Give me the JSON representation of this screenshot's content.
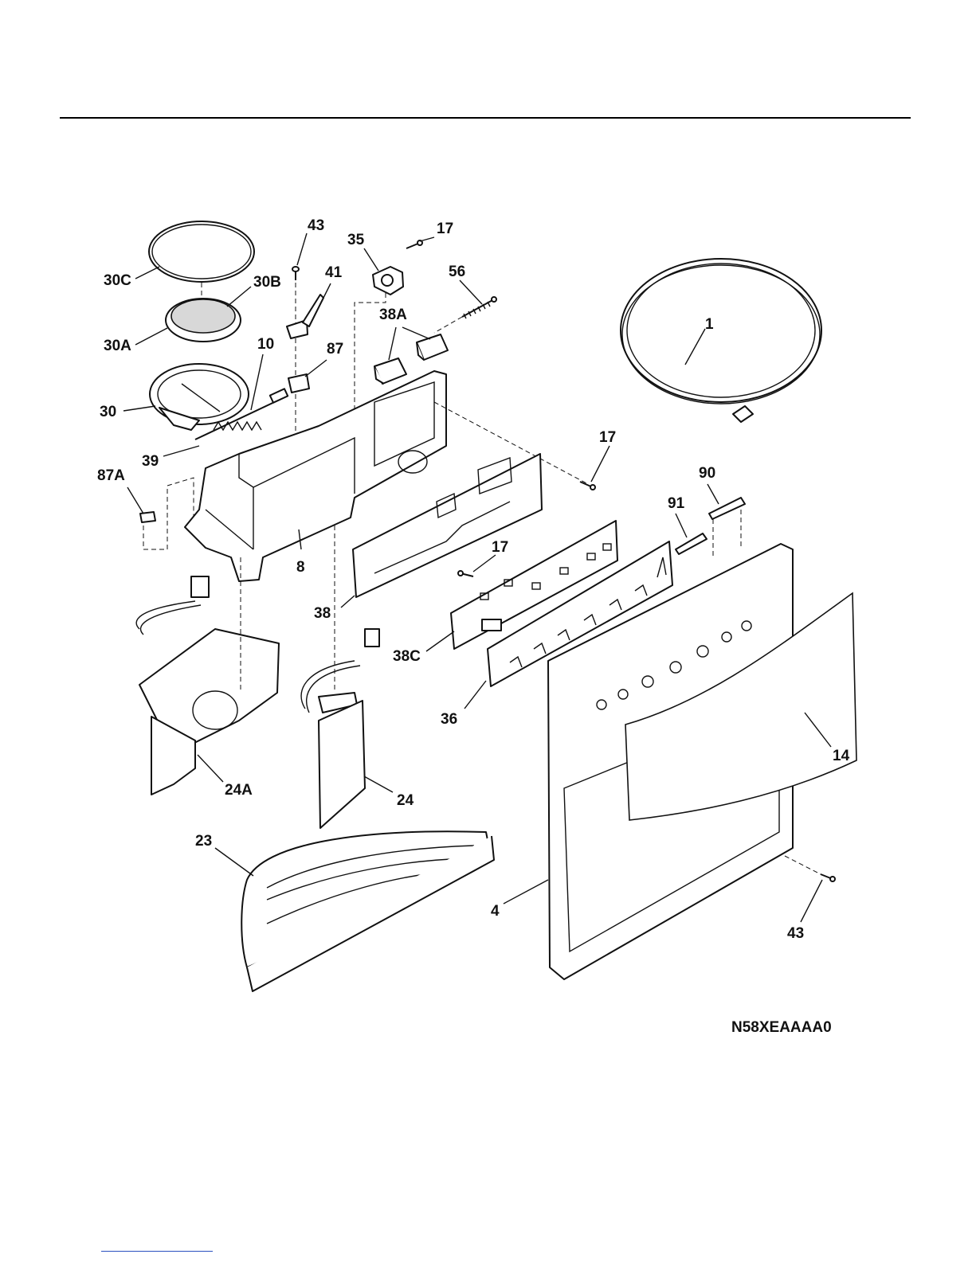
{
  "diagram_code": "N58XEAAAA0",
  "callouts": [
    {
      "id": "c-1",
      "label": "1"
    },
    {
      "id": "c-4",
      "label": "4"
    },
    {
      "id": "c-8",
      "label": "8"
    },
    {
      "id": "c-10",
      "label": "10"
    },
    {
      "id": "c-14",
      "label": "14"
    },
    {
      "id": "c-17a",
      "label": "17"
    },
    {
      "id": "c-17b",
      "label": "17"
    },
    {
      "id": "c-17c",
      "label": "17"
    },
    {
      "id": "c-23",
      "label": "23"
    },
    {
      "id": "c-24",
      "label": "24"
    },
    {
      "id": "c-24A",
      "label": "24A"
    },
    {
      "id": "c-30",
      "label": "30"
    },
    {
      "id": "c-30A",
      "label": "30A"
    },
    {
      "id": "c-30B",
      "label": "30B"
    },
    {
      "id": "c-30C",
      "label": "30C"
    },
    {
      "id": "c-35",
      "label": "35"
    },
    {
      "id": "c-36",
      "label": "36"
    },
    {
      "id": "c-38",
      "label": "38"
    },
    {
      "id": "c-38A",
      "label": "38A"
    },
    {
      "id": "c-38C",
      "label": "38C"
    },
    {
      "id": "c-39",
      "label": "39"
    },
    {
      "id": "c-41",
      "label": "41"
    },
    {
      "id": "c-43a",
      "label": "43"
    },
    {
      "id": "c-43b",
      "label": "43"
    },
    {
      "id": "c-56",
      "label": "56"
    },
    {
      "id": "c-87",
      "label": "87"
    },
    {
      "id": "c-87A",
      "label": "87A"
    },
    {
      "id": "c-90",
      "label": "90"
    },
    {
      "id": "c-91",
      "label": "91"
    }
  ]
}
